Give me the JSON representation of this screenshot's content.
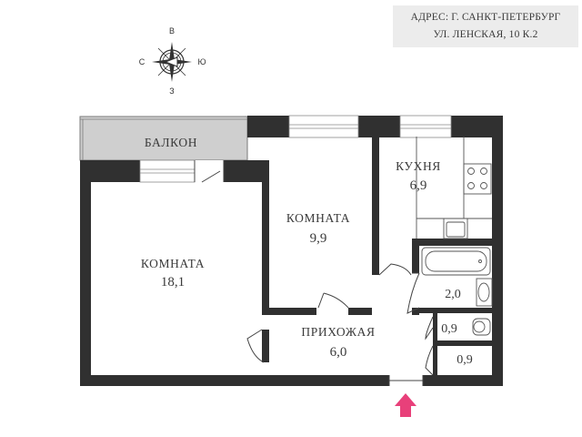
{
  "address": {
    "line1": "АДРЕС: Г. САНКТ-ПЕТЕРБУРГ",
    "line2": "УЛ. ЛЕНСКАЯ, 10 К.2"
  },
  "compass": {
    "north": "В",
    "west": "С",
    "east": "Ю",
    "south": "З"
  },
  "rooms": {
    "balcony": {
      "name": "БАЛКОН"
    },
    "room1": {
      "name": "КОМНАТА",
      "area": "18,1"
    },
    "room2": {
      "name": "КОМНАТА",
      "area": "9,9"
    },
    "kitchen": {
      "name": "КУХНЯ",
      "area": "6,9"
    },
    "hallway": {
      "name": "ПРИХОЖАЯ",
      "area": "6,0"
    },
    "bathroom": {
      "area": "2,0"
    },
    "toilet": {
      "area": "0,9"
    },
    "closet": {
      "area": "0,9"
    }
  },
  "colors": {
    "wall": "#303030",
    "balcony": "#cfcfcf",
    "entrance_arrow": "#e8407a",
    "fixture": "#555555"
  }
}
